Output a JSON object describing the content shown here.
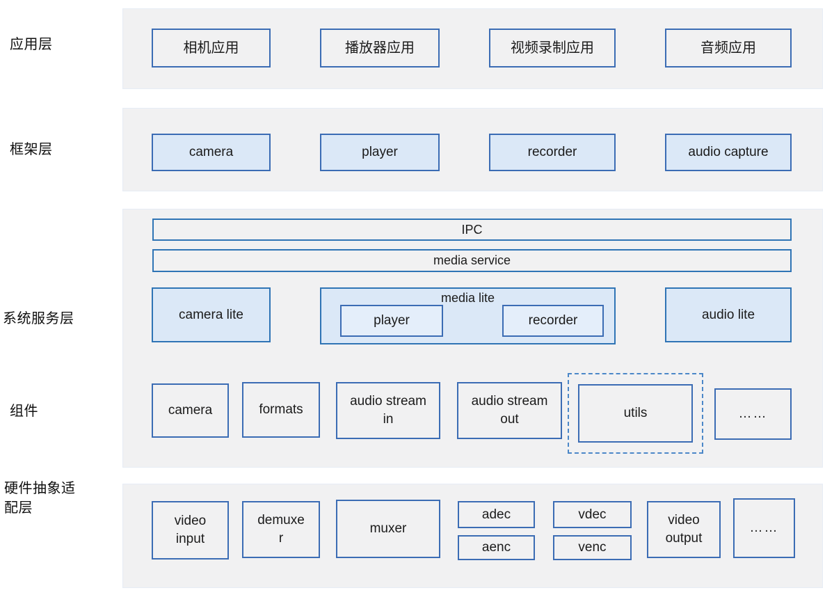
{
  "colors": {
    "panel_bg": "#f1f1f2",
    "panel_border": "#e6ecf5",
    "box_border": "#3b6cb4",
    "bar_border": "#2f74b5",
    "box_fill_blue": "#dbe8f7",
    "inner_box_fill": "#e4eefa",
    "dashed_border": "#4b87c8"
  },
  "layers": {
    "app": {
      "label": "应用层",
      "boxes": [
        "相机应用",
        "播放器应用",
        "视频录制应用",
        "音频应用"
      ]
    },
    "framework": {
      "label": "框架层",
      "boxes": [
        "camera",
        "player",
        "recorder",
        "audio capture"
      ]
    },
    "system_service": {
      "label": "系统服务层",
      "ipc": "IPC",
      "media_service": "media service",
      "camera_lite": "camera lite",
      "media_lite": {
        "label": "media lite",
        "player": "player",
        "recorder": "recorder"
      },
      "audio_lite": "audio lite"
    },
    "components": {
      "label": "组件",
      "boxes": [
        "camera",
        "formats",
        "audio stream in",
        "audio stream out"
      ],
      "utils": "utils",
      "more": "……"
    },
    "hal": {
      "label": "硬件抽象适配层",
      "video_input": "video input",
      "demuxer": "demuxer",
      "muxer": "muxer",
      "adec": "adec",
      "aenc": "aenc",
      "vdec": "vdec",
      "venc": "venc",
      "video_output": "video output",
      "more": "……"
    }
  }
}
